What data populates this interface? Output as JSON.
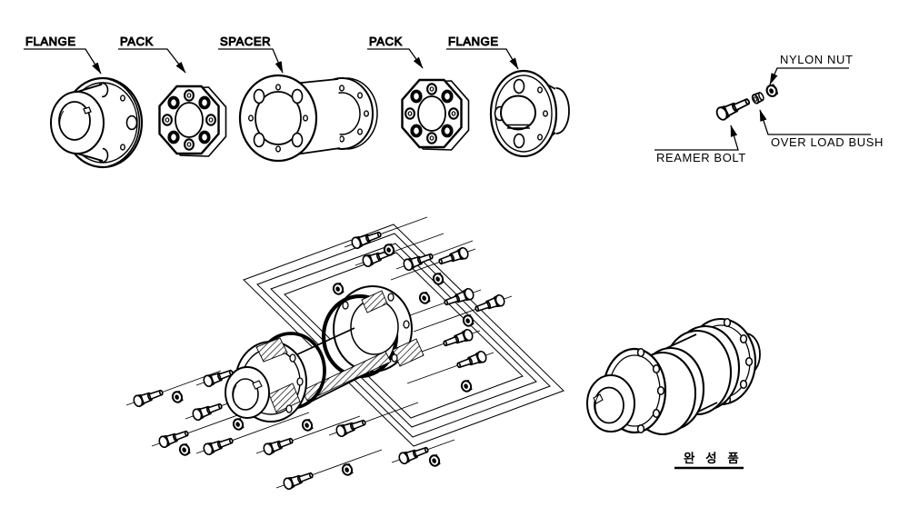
{
  "colors": {
    "background": "#ffffff",
    "line": "#000000"
  },
  "parts_row": {
    "labels": [
      "FLANGE",
      "PACK",
      "SPACER",
      "PACK",
      "FLANGE"
    ]
  },
  "fastener_detail": {
    "nylon_nut_label": "NYLON NUT",
    "over_load_bush_label": "OVER LOAD BUSH",
    "reamer_bolt_label": "REAMER BOLT"
  },
  "assembled_view": {
    "caption": "완 성 품"
  }
}
